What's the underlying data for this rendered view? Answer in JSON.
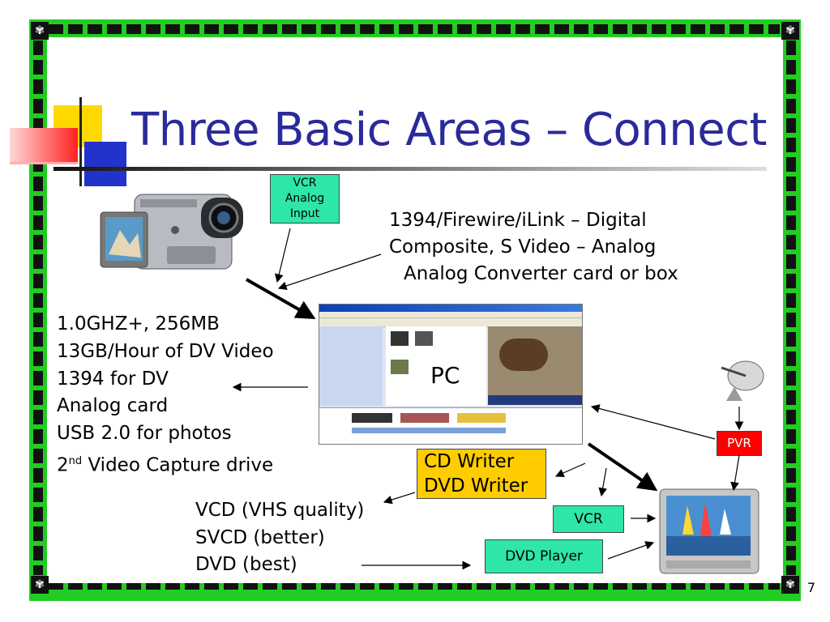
{
  "slide": {
    "title": "Three Basic Areas – Connect",
    "page_number": "7"
  },
  "connections": {
    "line1": "1394/Firewire/iLink – Digital",
    "line2": "Composite, S Video – Analog",
    "line3": "Analog Converter card or box"
  },
  "vcr_input": {
    "line1": "VCR",
    "line2": "Analog",
    "line3": "Input"
  },
  "requirements": {
    "line1": "1.0GHZ+, 256MB",
    "line2": "13GB/Hour of DV Video",
    "line3": "1394 for DV",
    "line4": "Analog card",
    "line5": "USB 2.0 for photos",
    "line6_base": "2",
    "line6_sup": "nd",
    "line6_rest": " Video Capture drive"
  },
  "pc_label": "PC",
  "writer": {
    "line1": "CD Writer",
    "line2": "DVD Writer"
  },
  "formats": {
    "line1": "VCD (VHS quality)",
    "line2": "SVCD (better)",
    "line3": "DVD (best)"
  },
  "devices": {
    "pvr": "PVR",
    "vcr": "VCR",
    "dvd_player": "DVD Player"
  },
  "colors": {
    "title": "#2a2a9a",
    "border_green": "#22cc22",
    "teal_box": "#2ee6a8",
    "writer_box": "#ffcc00",
    "pvr_box": "#ff0000"
  }
}
